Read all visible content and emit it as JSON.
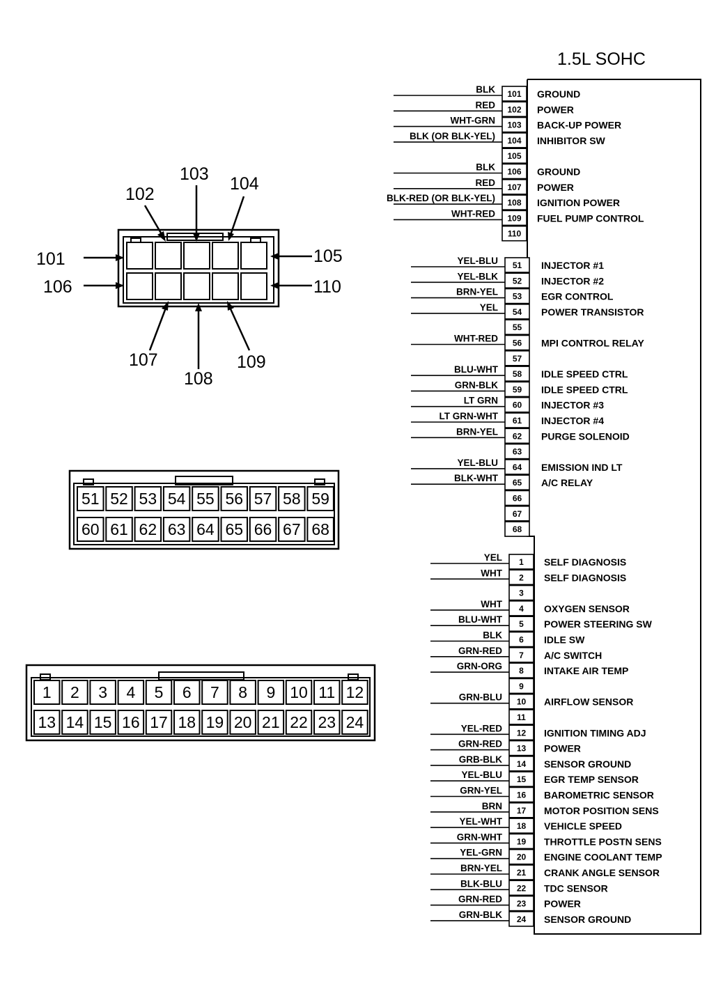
{
  "engine_label": "1.5L SOHC",
  "connector_a": {
    "callouts": [
      {
        "id": "c101",
        "label": "101"
      },
      {
        "id": "c102",
        "label": "102"
      },
      {
        "id": "c103",
        "label": "103"
      },
      {
        "id": "c104",
        "label": "104"
      },
      {
        "id": "c105",
        "label": "105"
      },
      {
        "id": "c106",
        "label": "106"
      },
      {
        "id": "c107",
        "label": "107"
      },
      {
        "id": "c108",
        "label": "108"
      },
      {
        "id": "c109",
        "label": "109"
      },
      {
        "id": "c110",
        "label": "110"
      }
    ]
  },
  "connector_b": {
    "top_row": [
      "51",
      "52",
      "53",
      "54",
      "55",
      "56",
      "57",
      "58",
      "59"
    ],
    "bottom_row": [
      "60",
      "61",
      "62",
      "63",
      "64",
      "65",
      "66",
      "67",
      "68"
    ]
  },
  "connector_c": {
    "top_row": [
      "1",
      "2",
      "3",
      "4",
      "5",
      "6",
      "7",
      "8",
      "9",
      "10",
      "11",
      "12"
    ],
    "bottom_row": [
      "13",
      "14",
      "15",
      "16",
      "17",
      "18",
      "19",
      "20",
      "21",
      "22",
      "23",
      "24"
    ]
  },
  "pin_groups": [
    {
      "pins": [
        {
          "pin": "101",
          "wire": "BLK",
          "function": "GROUND"
        },
        {
          "pin": "102",
          "wire": "RED",
          "function": "POWER"
        },
        {
          "pin": "103",
          "wire": "WHT-GRN",
          "function": "BACK-UP POWER"
        },
        {
          "pin": "104",
          "wire": "BLK (OR BLK-YEL)",
          "function": "INHIBITOR SW"
        },
        {
          "pin": "105",
          "wire": "",
          "function": ""
        },
        {
          "pin": "106",
          "wire": "BLK",
          "function": "GROUND"
        },
        {
          "pin": "107",
          "wire": "RED",
          "function": "POWER"
        },
        {
          "pin": "108",
          "wire": "BLK-RED (OR BLK-YEL)",
          "function": "IGNITION POWER"
        },
        {
          "pin": "109",
          "wire": "WHT-RED",
          "function": "FUEL PUMP CONTROL"
        },
        {
          "pin": "110",
          "wire": "",
          "function": ""
        }
      ]
    },
    {
      "pins": [
        {
          "pin": "51",
          "wire": "YEL-BLU",
          "function": "INJECTOR #1"
        },
        {
          "pin": "52",
          "wire": "YEL-BLK",
          "function": "INJECTOR #2"
        },
        {
          "pin": "53",
          "wire": "BRN-YEL",
          "function": "EGR CONTROL"
        },
        {
          "pin": "54",
          "wire": "YEL",
          "function": "POWER TRANSISTOR"
        },
        {
          "pin": "55",
          "wire": "",
          "function": ""
        },
        {
          "pin": "56",
          "wire": "WHT-RED",
          "function": "MPI CONTROL RELAY"
        },
        {
          "pin": "57",
          "wire": "",
          "function": ""
        },
        {
          "pin": "58",
          "wire": "BLU-WHT",
          "function": "IDLE SPEED CTRL"
        },
        {
          "pin": "59",
          "wire": "GRN-BLK",
          "function": "IDLE SPEED CTRL"
        },
        {
          "pin": "60",
          "wire": "LT GRN",
          "function": "INJECTOR #3"
        },
        {
          "pin": "61",
          "wire": "LT GRN-WHT",
          "function": "INJECTOR #4"
        },
        {
          "pin": "62",
          "wire": "BRN-YEL",
          "function": "PURGE SOLENOID"
        },
        {
          "pin": "63",
          "wire": "",
          "function": ""
        },
        {
          "pin": "64",
          "wire": "YEL-BLU",
          "function": "EMISSION IND LT"
        },
        {
          "pin": "65",
          "wire": "BLK-WHT",
          "function": "A/C RELAY"
        },
        {
          "pin": "66",
          "wire": "",
          "function": ""
        },
        {
          "pin": "67",
          "wire": "",
          "function": ""
        },
        {
          "pin": "68",
          "wire": "",
          "function": ""
        }
      ]
    },
    {
      "pins": [
        {
          "pin": "1",
          "wire": "YEL",
          "function": "SELF DIAGNOSIS"
        },
        {
          "pin": "2",
          "wire": "WHT",
          "function": "SELF DIAGNOSIS"
        },
        {
          "pin": "3",
          "wire": "",
          "function": ""
        },
        {
          "pin": "4",
          "wire": "WHT",
          "function": "OXYGEN SENSOR"
        },
        {
          "pin": "5",
          "wire": "BLU-WHT",
          "function": "POWER STEERING SW"
        },
        {
          "pin": "6",
          "wire": "BLK",
          "function": "IDLE SW"
        },
        {
          "pin": "7",
          "wire": "GRN-RED",
          "function": "A/C SWITCH"
        },
        {
          "pin": "8",
          "wire": "GRN-ORG",
          "function": "INTAKE AIR TEMP"
        },
        {
          "pin": "9",
          "wire": "",
          "function": ""
        },
        {
          "pin": "10",
          "wire": "GRN-BLU",
          "function": "AIRFLOW SENSOR"
        },
        {
          "pin": "11",
          "wire": "",
          "function": ""
        },
        {
          "pin": "12",
          "wire": "YEL-RED",
          "function": "IGNITION TIMING ADJ"
        },
        {
          "pin": "13",
          "wire": "GRN-RED",
          "function": "POWER"
        },
        {
          "pin": "14",
          "wire": "GRB-BLK",
          "function": "SENSOR GROUND"
        },
        {
          "pin": "15",
          "wire": "YEL-BLU",
          "function": "EGR TEMP SENSOR"
        },
        {
          "pin": "16",
          "wire": "GRN-YEL",
          "function": "BAROMETRIC SENSOR"
        },
        {
          "pin": "17",
          "wire": "BRN",
          "function": "MOTOR POSITION SENS"
        },
        {
          "pin": "18",
          "wire": "YEL-WHT",
          "function": "VEHICLE SPEED"
        },
        {
          "pin": "19",
          "wire": "GRN-WHT",
          "function": "THROTTLE POSTN SENS"
        },
        {
          "pin": "20",
          "wire": "YEL-GRN",
          "function": "ENGINE COOLANT TEMP"
        },
        {
          "pin": "21",
          "wire": "BRN-YEL",
          "function": "CRANK ANGLE SENSOR"
        },
        {
          "pin": "22",
          "wire": "BLK-BLU",
          "function": "TDC SENSOR"
        },
        {
          "pin": "23",
          "wire": "GRN-RED",
          "function": "POWER"
        },
        {
          "pin": "24",
          "wire": "GRN-BLK",
          "function": "SENSOR GROUND"
        }
      ]
    }
  ]
}
